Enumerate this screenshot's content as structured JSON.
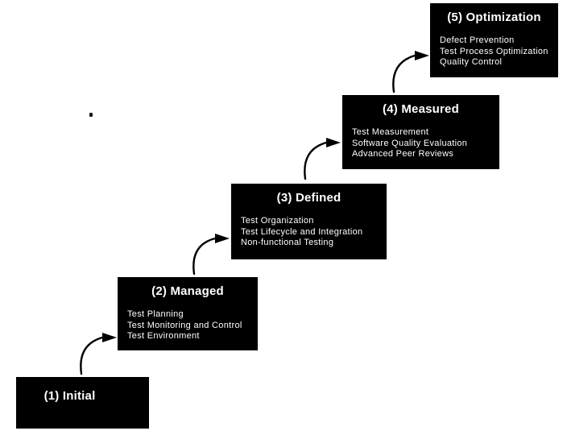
{
  "diagram": {
    "type": "maturity-staircase",
    "levels": [
      {
        "id": 1,
        "title": "(1) Initial",
        "items": []
      },
      {
        "id": 2,
        "title": "(2) Managed",
        "items": [
          "Test Planning",
          "Test Monitoring and Control",
          "Test Environment"
        ]
      },
      {
        "id": 3,
        "title": "(3) Defined",
        "items": [
          "Test Organization",
          "Test Lifecycle and Integration",
          "Non-functional Testing"
        ]
      },
      {
        "id": 4,
        "title": "(4) Measured",
        "items": [
          "Test Measurement",
          "Software Quality Evaluation",
          "Advanced Peer Reviews"
        ]
      },
      {
        "id": 5,
        "title": "(5) Optimization",
        "items": [
          "Defect Prevention",
          "Test Process Optimization",
          "Quality Control"
        ]
      }
    ],
    "colors": {
      "background": "#ffffff",
      "box_bg": "#000000",
      "box_text": "#ffffff",
      "arrow": "#000000"
    }
  }
}
